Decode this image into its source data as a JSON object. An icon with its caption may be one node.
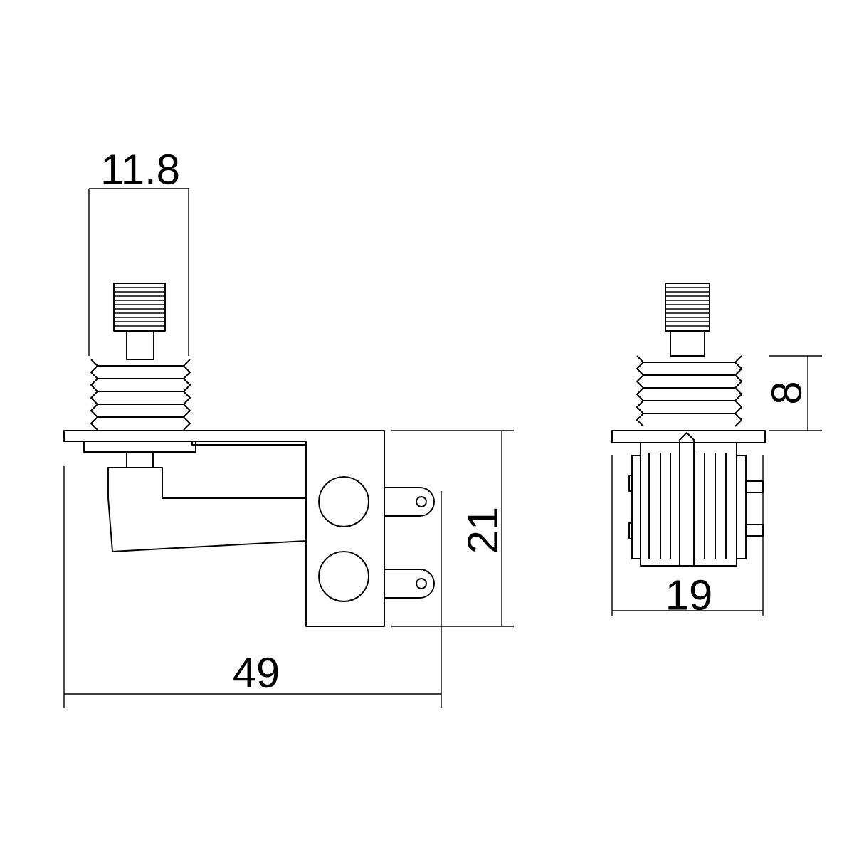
{
  "diagram": {
    "labels": [
      "11.8",
      "8",
      "21",
      "19",
      "49"
    ]
  }
}
